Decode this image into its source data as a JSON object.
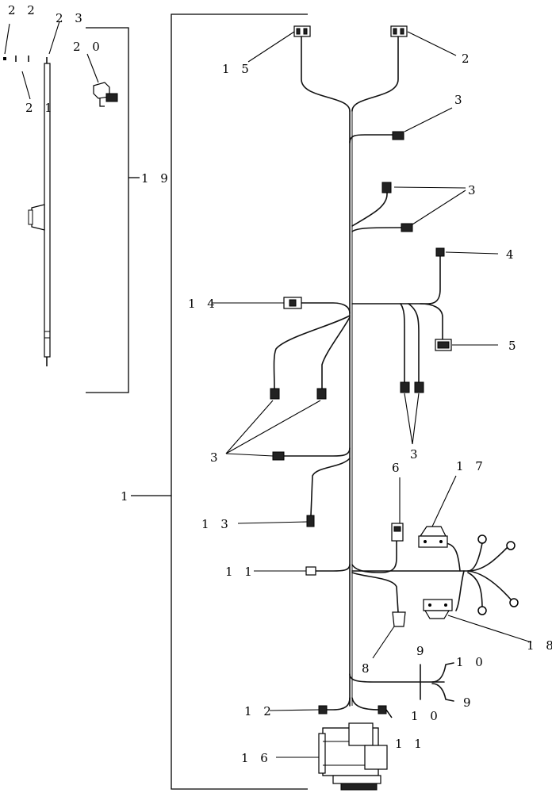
{
  "callouts": {
    "c1": "1",
    "c2": "2",
    "c3a": "3",
    "c3b": "3",
    "c3c": "3",
    "c3d": "3",
    "c4": "4",
    "c5": "5",
    "c6": "6",
    "c8": "8",
    "c9a": "9",
    "c9b": "9",
    "c10a": "1 0",
    "c10b": "1 0",
    "c11a": "1 1",
    "c11b": "1 1",
    "c12": "1 2",
    "c13": "1 3",
    "c14": "1 4",
    "c15": "1 5",
    "c16": "1 6",
    "c17": "1 7",
    "c18": "1 8",
    "c19": "1 9",
    "c20": "2 0",
    "c21": "2 1",
    "c22": "2 2",
    "c23": "2 3"
  }
}
